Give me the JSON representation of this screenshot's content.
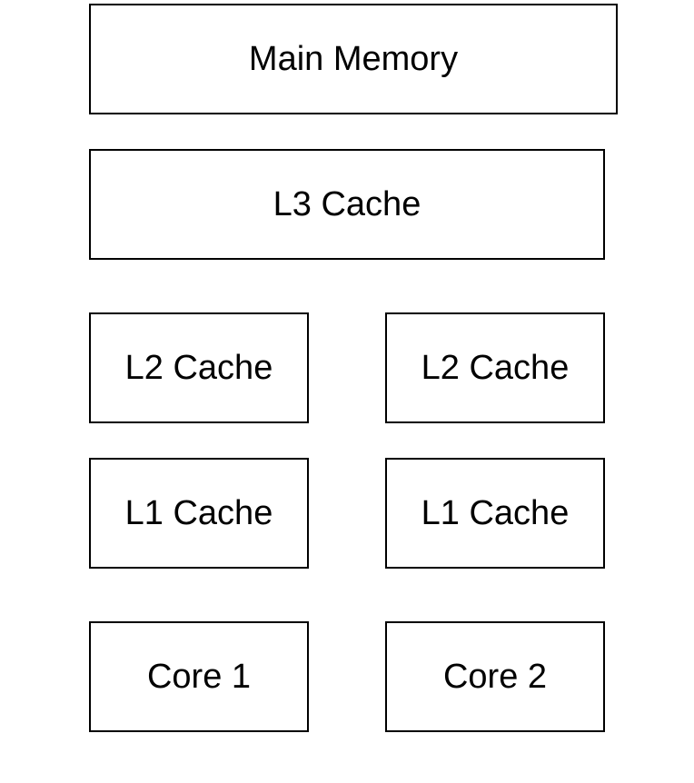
{
  "diagram": {
    "main_memory": "Main Memory",
    "l3_cache": "L3 Cache",
    "l2_caches": [
      "L2 Cache",
      "L2 Cache"
    ],
    "l1_caches": [
      "L1 Cache",
      "L1 Cache"
    ],
    "cores": [
      "Core 1",
      "Core 2"
    ]
  },
  "colors": {
    "border": "#000000",
    "background": "#ffffff",
    "text": "#000000"
  }
}
